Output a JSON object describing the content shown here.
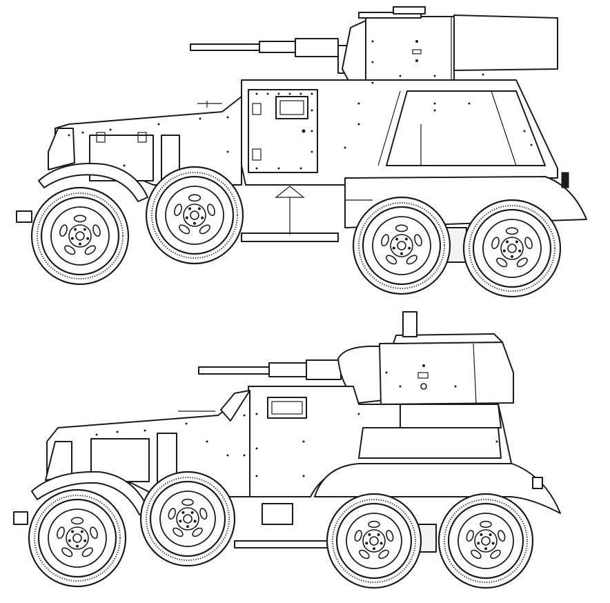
{
  "colors": {
    "line": "#1a1a1a",
    "fill": "#ffffff",
    "shade": "#f4f4f4"
  },
  "vehicles": [
    {
      "view": "left-side",
      "wheels": 4
    },
    {
      "view": "left-side",
      "wheels": 4
    }
  ]
}
